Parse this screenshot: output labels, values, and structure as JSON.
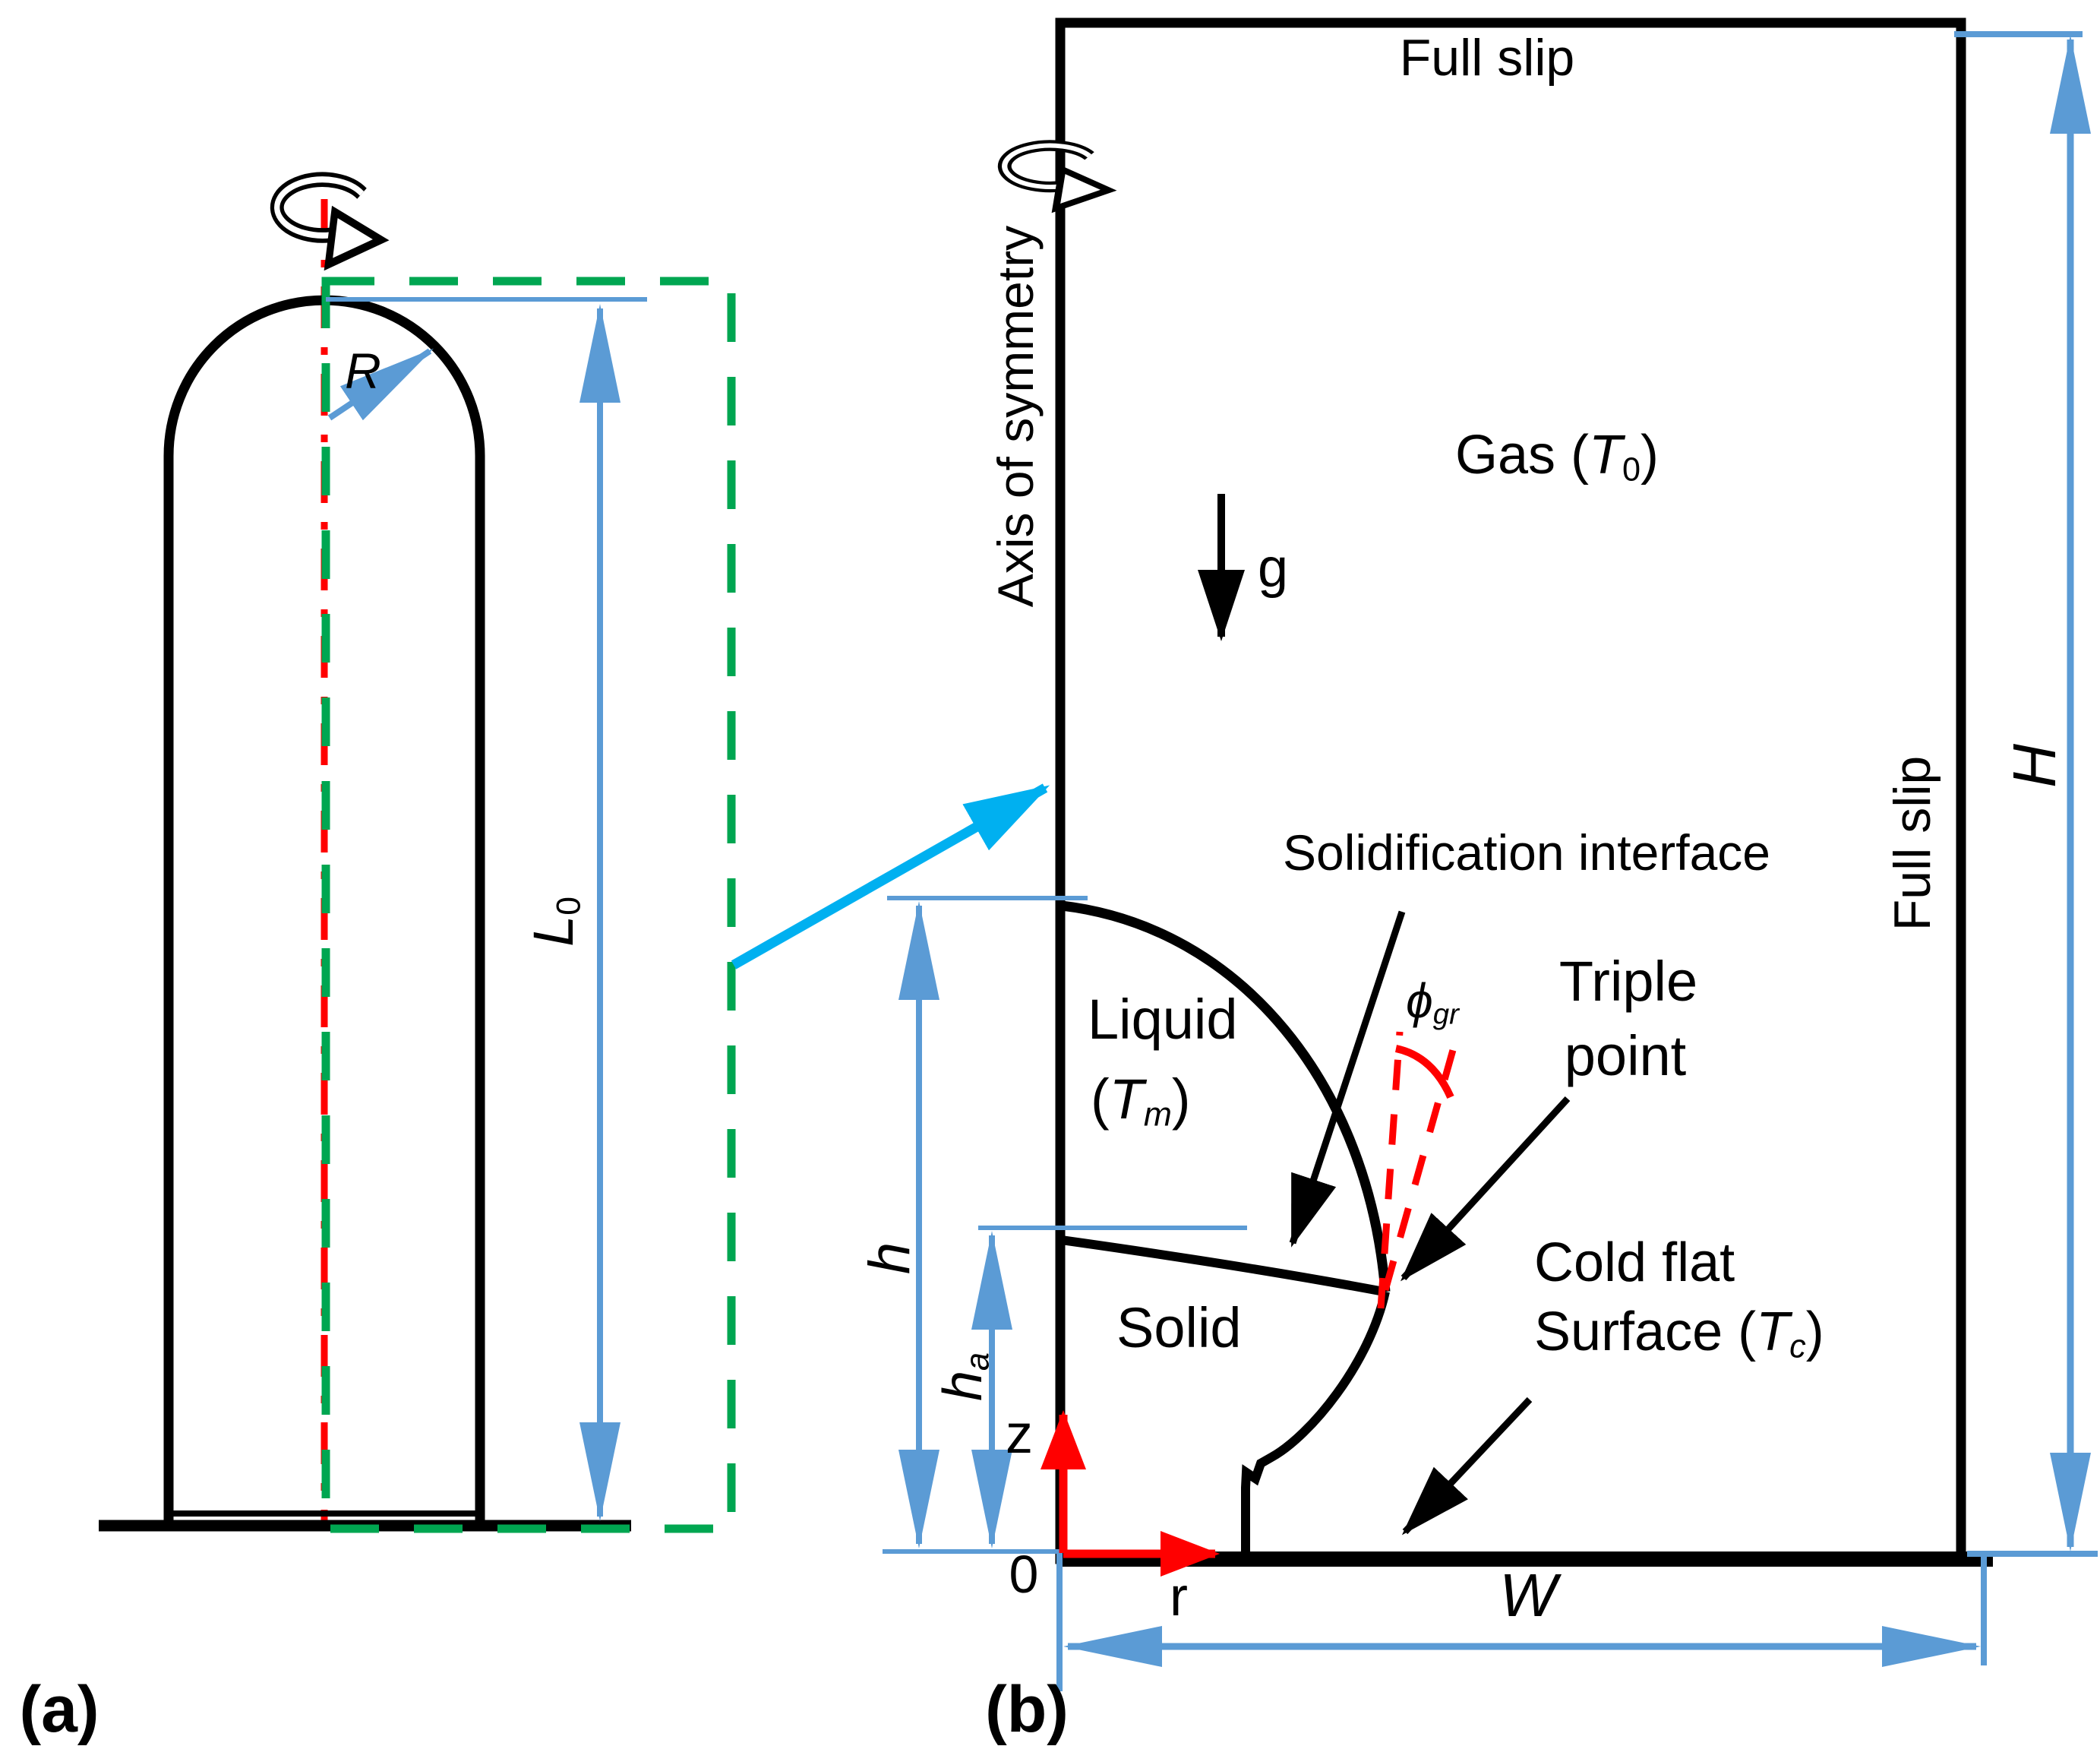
{
  "figure": {
    "type": "two-panel schematic of rod melting/solidification simulation domain",
    "colors": {
      "dimension_blue": "#5B9BD5",
      "callout_cyan": "#00B0F0",
      "zoom_box_green": "#00A651",
      "axis_red": "#FF0000",
      "line_black": "#000000"
    }
  },
  "panel_a": {
    "caption": "(a)",
    "radius_label": "R",
    "length_label": {
      "base": "L",
      "sub": "0"
    }
  },
  "panel_b": {
    "caption": "(b)",
    "top_boundary_label": "Full slip",
    "right_boundary_label": "Full slip",
    "axis_label": "Axis of symmetry",
    "gas_label": {
      "prefix": "Gas (",
      "symbol": "T",
      "sub": "0",
      "suffix": ")"
    },
    "gravity_label": "g",
    "interface_label": "Solidification interface",
    "growth_angle_label": {
      "symbol": "ϕ",
      "sub": "gr"
    },
    "triple_point_label": {
      "line1": "Triple",
      "line2": "point"
    },
    "liquid_label": {
      "line1": "Liquid",
      "prefix": "(",
      "symbol": "T",
      "sub": "m",
      "suffix": ")"
    },
    "solid_label": "Solid",
    "cold_surface_label": {
      "line1": "Cold flat",
      "prefix": "Surface (",
      "symbol": "T",
      "sub": "c",
      "suffix": ")"
    },
    "melt_height_label": "h",
    "attached_height_label": {
      "base": "h",
      "sub": "a"
    },
    "domain_height_label": "H",
    "domain_width_label": "W",
    "z_axis_label": "z",
    "r_axis_label": "r",
    "origin_label": "0"
  }
}
